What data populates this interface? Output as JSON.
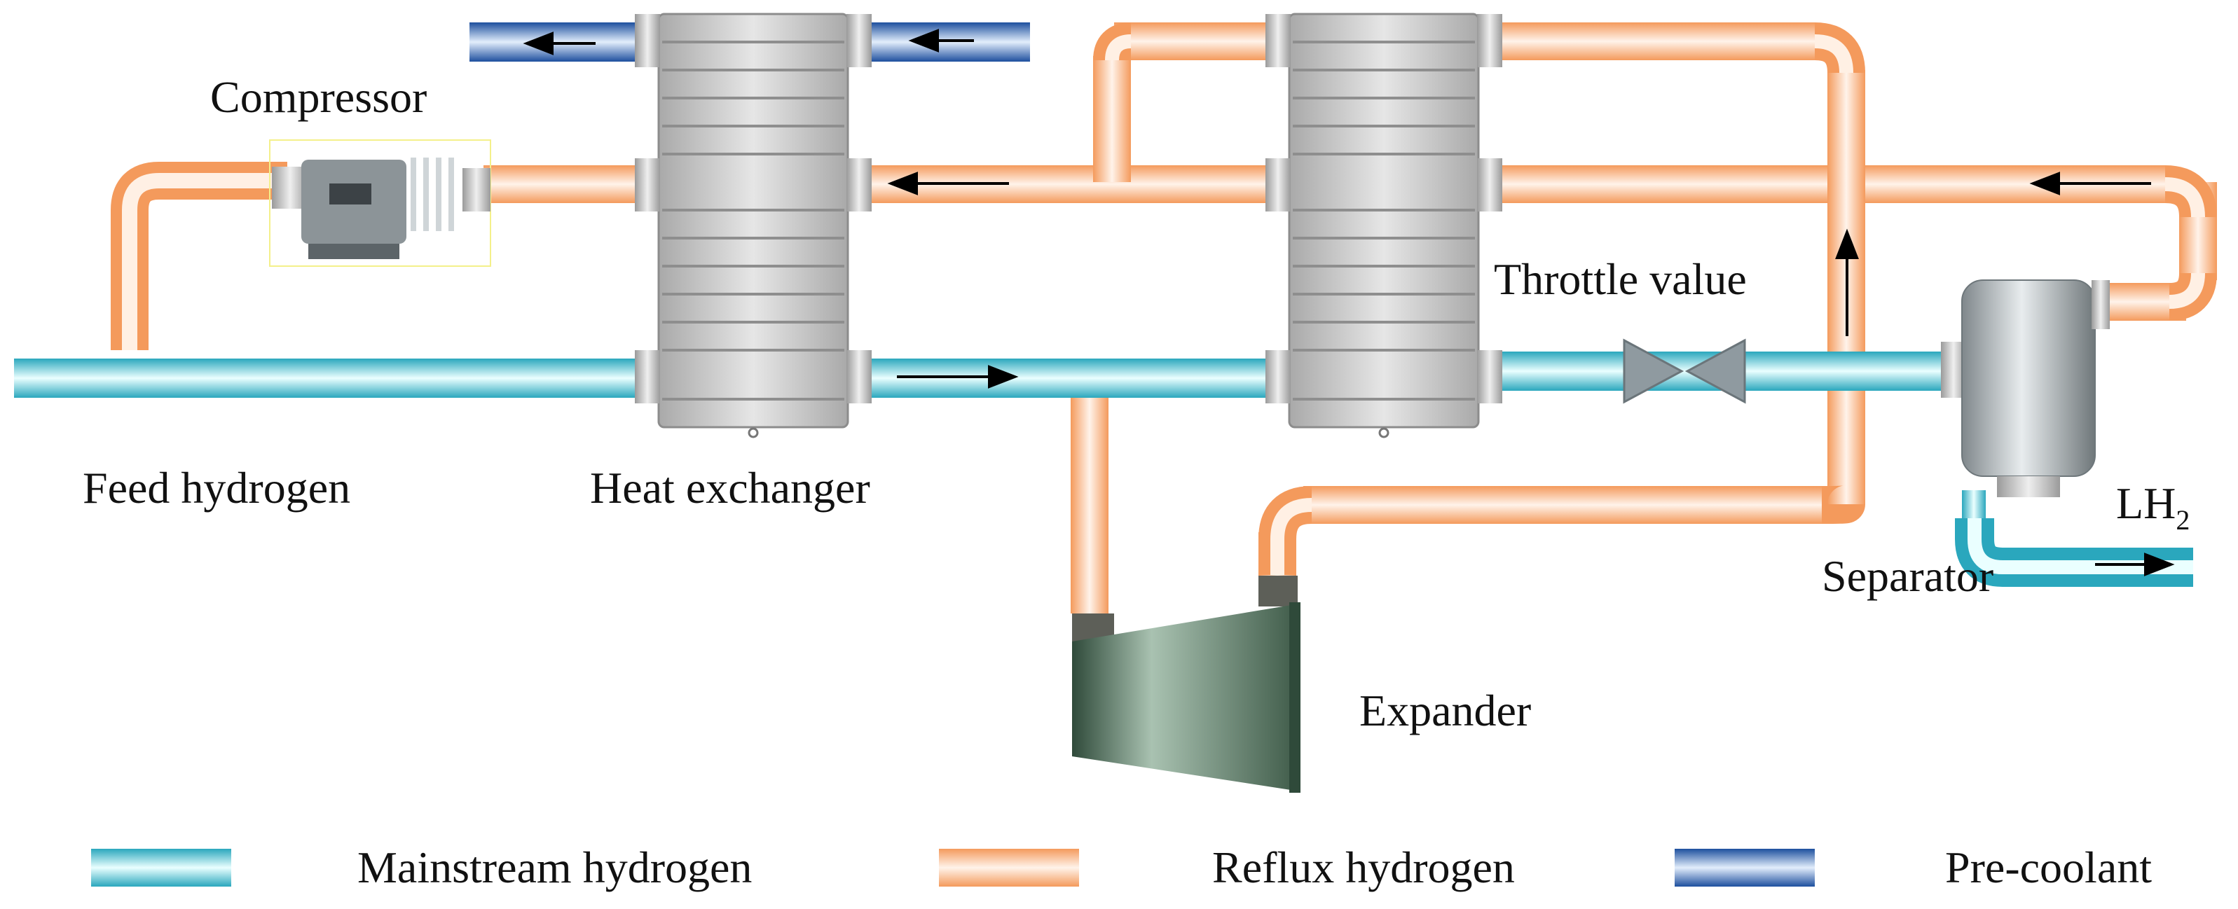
{
  "labels": {
    "compressor": "Compressor",
    "feed_hydrogen": "Feed hydrogen",
    "heat_exchanger": "Heat exchanger",
    "throttle_value": "Throttle value",
    "separator": "Separator",
    "expander": "Expander",
    "lh2_main": "LH",
    "lh2_sub": "2"
  },
  "legend": [
    {
      "label": "Mainstream hydrogen",
      "kind": "main"
    },
    {
      "label": "Reflux hydrogen",
      "kind": "reflux"
    },
    {
      "label": "Pre-coolant",
      "kind": "coolant"
    }
  ],
  "colors": {
    "mainstream": "#2fb3c8",
    "reflux": "#f5a66a",
    "coolant": "#2c63b5",
    "exchanger": "#b9b9b9",
    "expander": "#4d6a58",
    "separator": "#9aa3a6"
  }
}
